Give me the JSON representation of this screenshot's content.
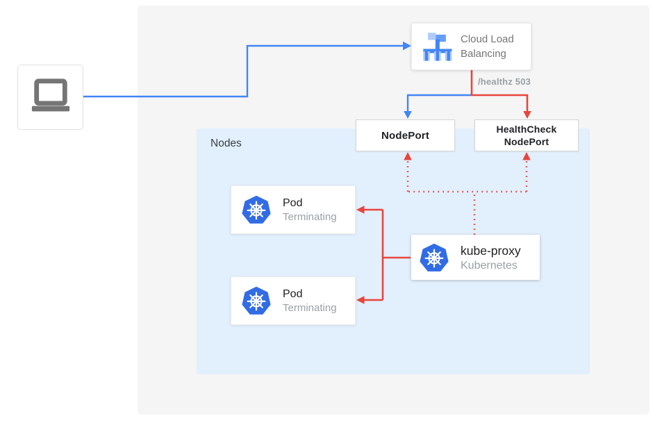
{
  "colors": {
    "blue": "#4285f4",
    "red": "#e8453c",
    "k8s_blue": "#326ce5",
    "lb_light": "#aecbfa",
    "lb_mid": "#669df6",
    "lb_dark": "#4285f4",
    "panel_gray": "#f5f5f5",
    "panel_blue": "#e2effc"
  },
  "diagram": {
    "nodes_panel": {
      "label": "Nodes"
    },
    "load_balancer": {
      "line1": "Cloud Load",
      "line2": "Balancing"
    },
    "health_check_label": "/healthz 503",
    "node_port": {
      "label": "NodePort"
    },
    "health_check_node_port": {
      "line1": "HealthCheck",
      "line2": "NodePort"
    },
    "pods": [
      {
        "name": "Pod",
        "status": "Terminating"
      },
      {
        "name": "Pod",
        "status": "Terminating"
      }
    ],
    "kube_proxy": {
      "name": "kube-proxy",
      "subtitle": "Kubernetes"
    }
  }
}
